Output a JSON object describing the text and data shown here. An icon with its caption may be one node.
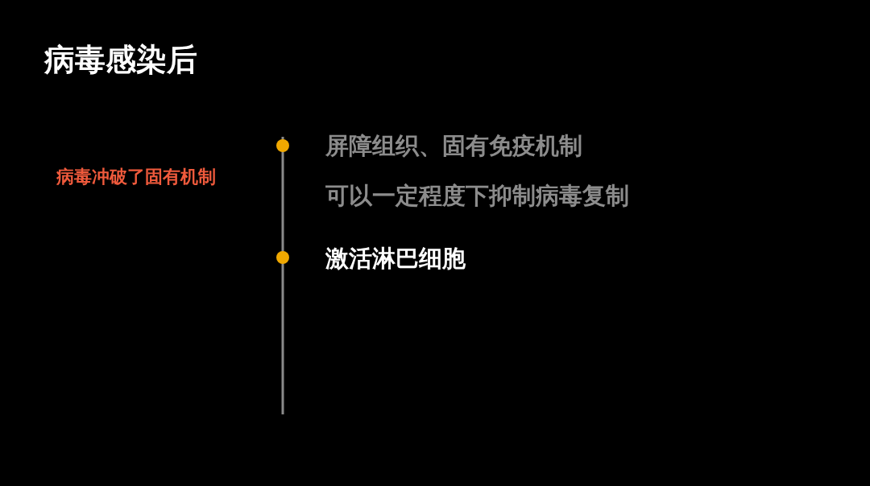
{
  "diagram": {
    "title": "病毒感染后",
    "labels": [
      "病毒冲破了固有机制",
      "屏障组织、固有免疫机制",
      "可以一定程度下抑制病毒复制",
      "激活淋巴细胞"
    ]
  }
}
